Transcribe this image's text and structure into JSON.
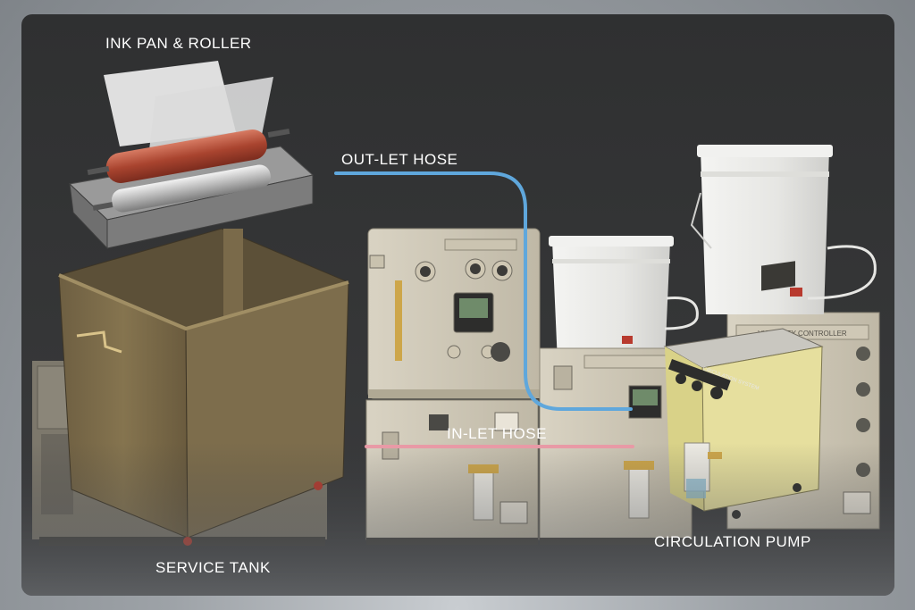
{
  "labels": {
    "ink_pan_roller": "INK PAN & ROLLER",
    "outlet_hose": "OUT-LET HOSE",
    "inlet_hose": "IN-LET HOSE",
    "service_tank": "SERVICE TANK",
    "circulation_pump": "CIRCULATION PUMP"
  },
  "equipment_text": {
    "controller_plate": "VISCOSITY CONTROLLER",
    "pump_plate": "CIRCULATION SYSTEM"
  },
  "colors": {
    "outlet_hose": "#5fa7dc",
    "inlet_hose": "#e89aa6",
    "label_text": "#ffffff",
    "panel_bg": "#333435",
    "tank_body": "#7a6a4a",
    "pump_body": "#e6df9e",
    "roller_red": "#b9533f"
  }
}
